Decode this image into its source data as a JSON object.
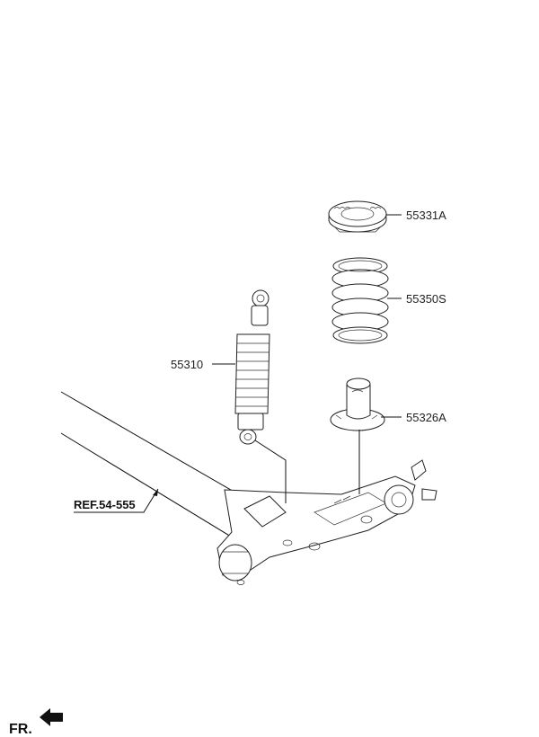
{
  "parts": {
    "upper_seat": "55331A",
    "coil_spring": "55350S",
    "lower_pad": "55326A",
    "shock_absorber": "55310"
  },
  "reference": "REF.54-555",
  "front_indicator": "FR."
}
